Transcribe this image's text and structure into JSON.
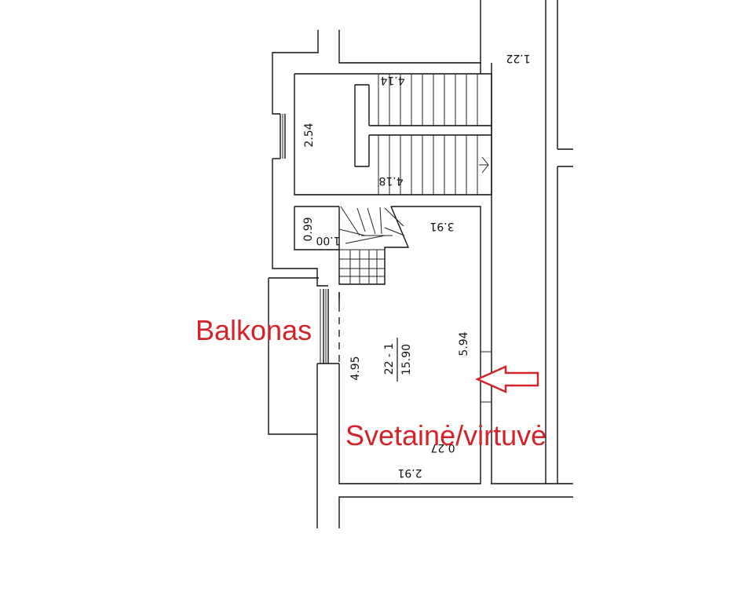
{
  "labels": {
    "balcony": "Balkonas",
    "living_kitchen": "Svetainė/virtuvė"
  },
  "dimensions": {
    "corridor_width": "1.22",
    "stair_top": "4.14",
    "stair_bottom": "4.18",
    "stair_side": "2.54",
    "small_room_height": "0.99",
    "small_room_width": "1.00",
    "room_top_width": "3.91",
    "room_height_left": "4.95",
    "room_height_right": "5.94",
    "room_bottom_width": "2.91",
    "niche_width": "0.27"
  },
  "room_id": {
    "number": "22 - 1",
    "area": "15.90"
  },
  "colors": {
    "label": "#d2232a",
    "arrow": "#d2232a",
    "lines": "#111111"
  },
  "icons": {
    "pointer": "left-arrow-icon"
  }
}
